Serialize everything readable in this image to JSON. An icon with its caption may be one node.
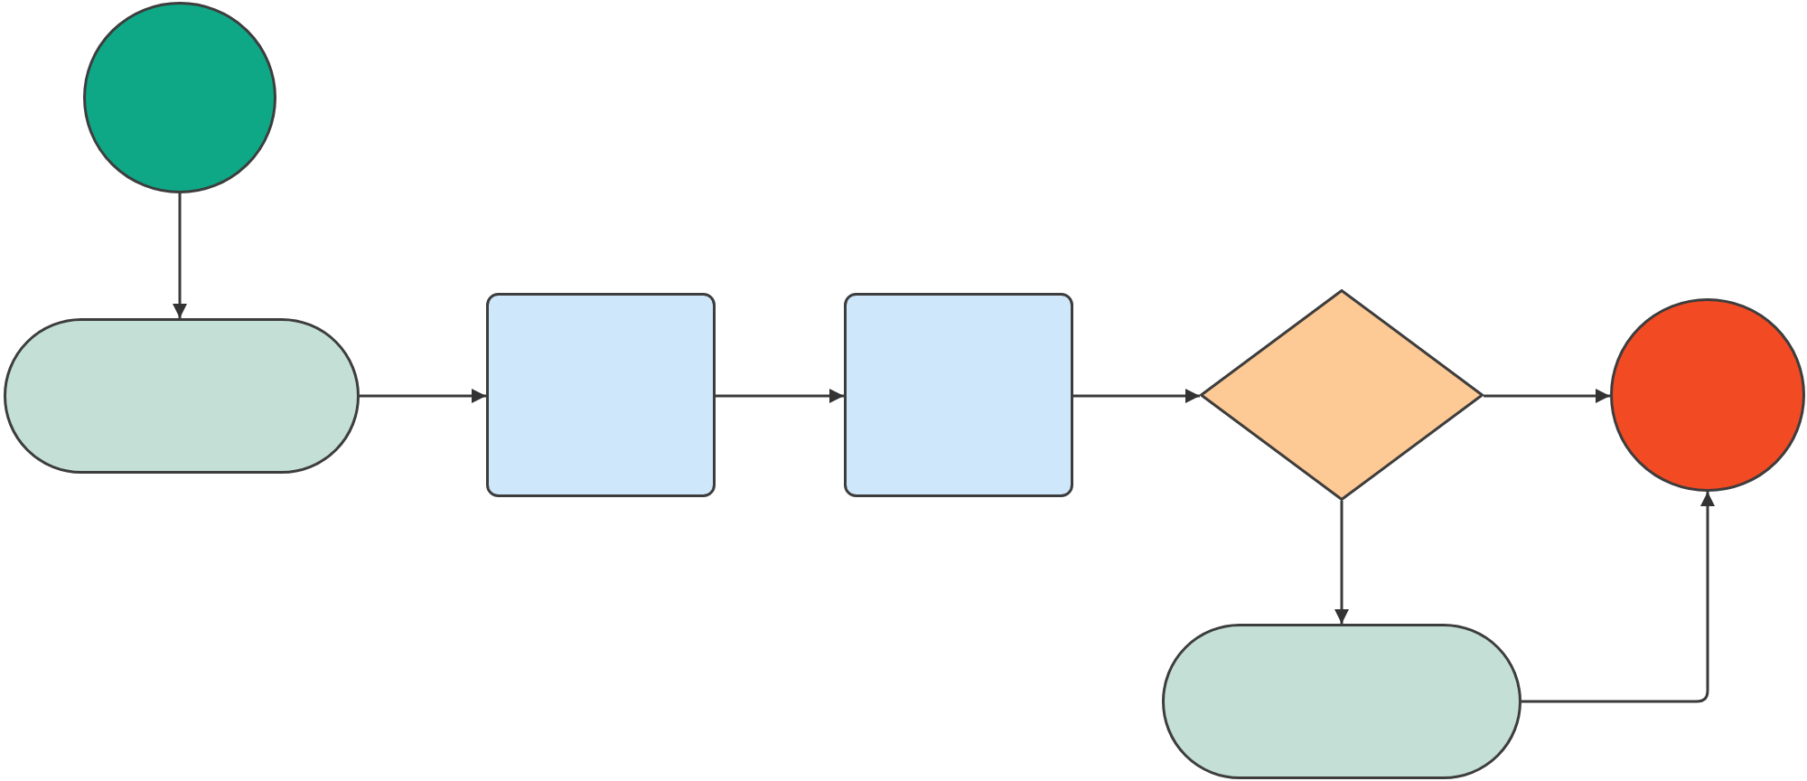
{
  "diagram": {
    "nodes": [
      {
        "text": [],
        "shape": "circle"
      },
      {
        "text": [],
        "shape": "pill"
      },
      {
        "text": [],
        "shape": "box"
      },
      {
        "text": [],
        "shape": "box"
      },
      {
        "text": [],
        "shape": "diamond"
      },
      {
        "text": [],
        "shape": "circle"
      },
      {
        "text": [],
        "shape": "pill"
      }
    ],
    "edges": [
      {
        "from": 0,
        "to": 1,
        "arrow": "to"
      },
      {
        "from": 1,
        "to": 2,
        "arrow": "to"
      },
      {
        "from": 2,
        "to": 3,
        "arrow": "to"
      },
      {
        "from": 3,
        "to": 4,
        "arrow": "to"
      },
      {
        "from": 4,
        "to": 5,
        "arrow": "to"
      },
      {
        "from": 4,
        "to": 6,
        "arrow": "to"
      },
      {
        "from": 6,
        "to": 5,
        "arrow": "to"
      }
    ]
  }
}
